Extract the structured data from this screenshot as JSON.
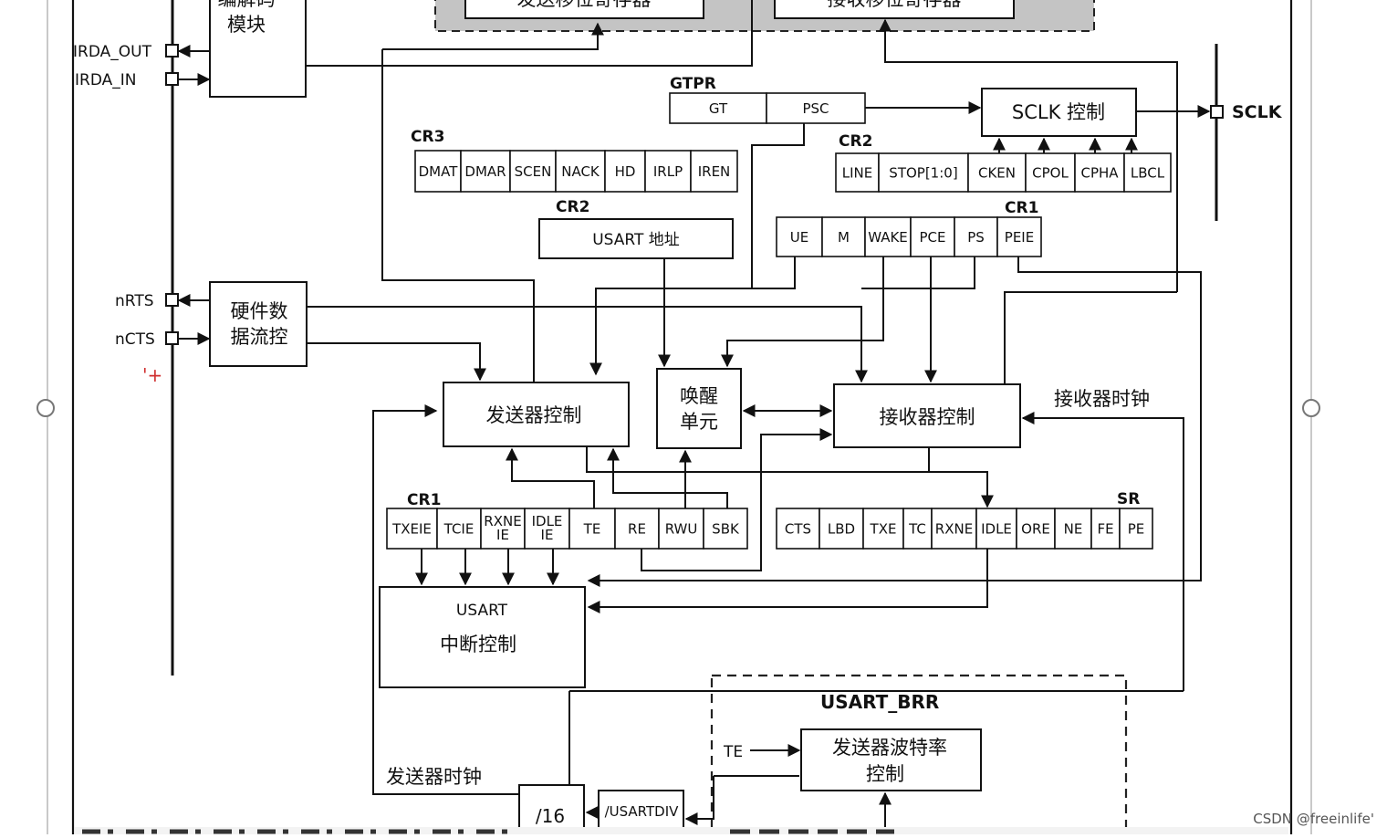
{
  "pins": {
    "irda_out": "IRDA_OUT",
    "irda_in": "IRDA_IN",
    "nrts": "nRTS",
    "ncts": "nCTS",
    "sclk": "SCLK",
    "mark": "'+"
  },
  "blocks": {
    "codec_top": "编解码",
    "codec_bottom": "模块",
    "tx_shift": "发送移位寄存器",
    "rx_shift": "接收移位寄存器",
    "hw_flow_l1": "硬件数",
    "hw_flow_l2": "据流控",
    "tx_control": "发送器控制",
    "wakeup_l1": "唤醒",
    "wakeup_l2": "单元",
    "rx_control": "接收器控制",
    "sclk_control": "SCLK 控制",
    "usart_address": "USART 地址",
    "irq_title": "USART",
    "irq_label": "中断控制",
    "baud_l1": "发送器波特率",
    "baud_l2": "控制",
    "div16": "/16",
    "usartdiv": "/USARTDIV"
  },
  "labels": {
    "gtpr": "GTPR",
    "cr3": "CR3",
    "cr2_top": "CR2",
    "cr2_addr": "CR2",
    "cr1_top": "CR1",
    "cr1_bottom": "CR1",
    "sr": "SR",
    "usart_brr": "USART_BRR",
    "rx_clock": "接收器时钟",
    "tx_clock": "发送器时钟",
    "te_input": "TE"
  },
  "registers": {
    "gtpr": [
      "GT",
      "PSC"
    ],
    "cr3": [
      "DMAT",
      "DMAR",
      "SCEN",
      "NACK",
      "HD",
      "IRLP",
      "IREN"
    ],
    "cr2": [
      "LINE",
      "STOP[1:0]",
      "CKEN",
      "CPOL",
      "CPHA",
      "LBCL"
    ],
    "cr1_top": [
      "UE",
      "M",
      "WAKE",
      "PCE",
      "PS",
      "PEIE"
    ],
    "cr1_bottom": [
      "TXEIE",
      "TCIE",
      "RXNE IE",
      "IDLE IE",
      "TE",
      "RE",
      "RWU",
      "SBK"
    ],
    "sr": [
      "CTS",
      "LBD",
      "TXE",
      "TC",
      "RXNE",
      "IDLE",
      "ORE",
      "NE",
      "FE",
      "PE"
    ]
  },
  "watermark": "CSDN @freeinlife'"
}
